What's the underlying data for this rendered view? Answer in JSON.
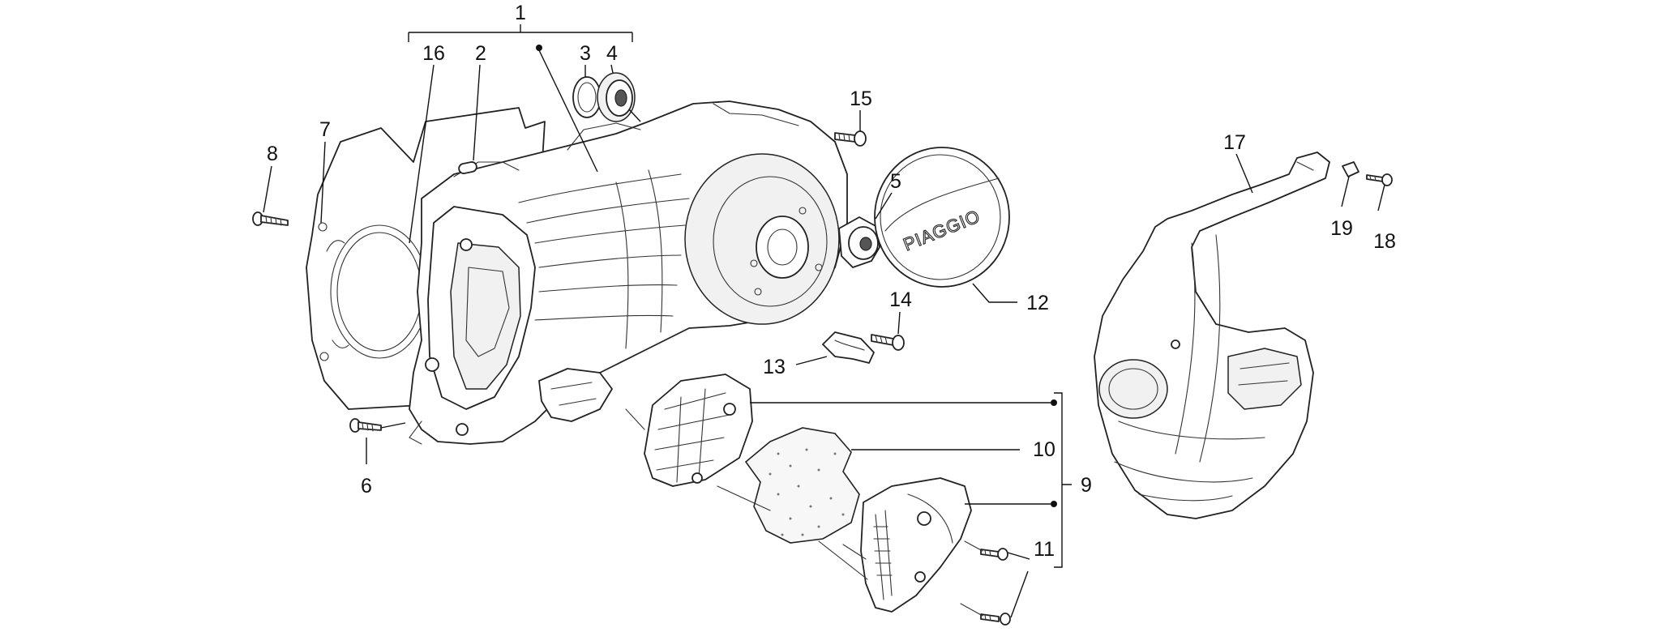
{
  "callouts": [
    {
      "id": "1",
      "text": "1"
    },
    {
      "id": "2",
      "text": "2"
    },
    {
      "id": "3",
      "text": "3"
    },
    {
      "id": "4",
      "text": "4"
    },
    {
      "id": "5",
      "text": "5"
    },
    {
      "id": "6",
      "text": "6"
    },
    {
      "id": "7",
      "text": "7"
    },
    {
      "id": "8",
      "text": "8"
    },
    {
      "id": "9",
      "text": "9"
    },
    {
      "id": "10",
      "text": "10"
    },
    {
      "id": "11",
      "text": "11"
    },
    {
      "id": "12",
      "text": "12"
    },
    {
      "id": "13",
      "text": "13"
    },
    {
      "id": "14",
      "text": "14"
    },
    {
      "id": "15",
      "text": "15"
    },
    {
      "id": "16",
      "text": "16"
    },
    {
      "id": "17",
      "text": "17"
    },
    {
      "id": "18",
      "text": "18"
    },
    {
      "id": "19",
      "text": "19"
    }
  ],
  "cover_logo": "PIAGGIO",
  "colors": {
    "line": "#222222",
    "background": "#ffffff"
  }
}
